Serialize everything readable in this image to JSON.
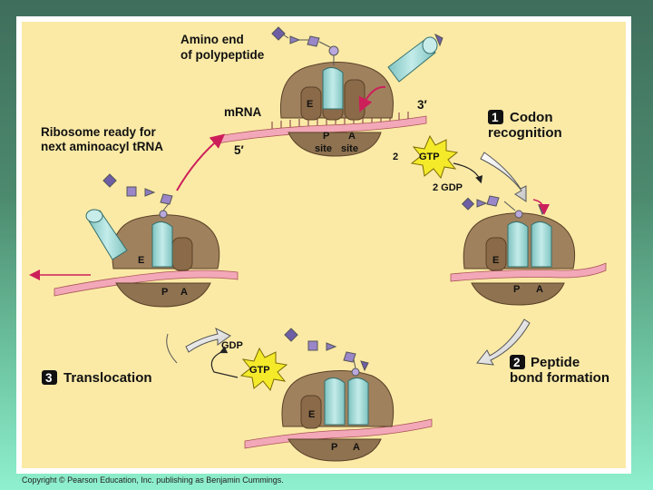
{
  "diagram": {
    "top": {
      "amino_end_line1": "Amino end",
      "amino_end_line2": "of polypeptide",
      "mrna": "mRNA",
      "three_prime": "3′",
      "five_prime": "5′",
      "e_site": "E",
      "p_site": "P",
      "a_site": "A",
      "site1": "site",
      "site2": "site"
    },
    "ready_line1": "Ribosome ready for",
    "ready_line2": "next aminoacyl tRNA",
    "step1": {
      "num": "1",
      "line1": "Codon",
      "line2": "recognition"
    },
    "gtp_count": "2",
    "gtp_label": "GTP",
    "gdp_label": "2 GDP",
    "right": {
      "e": "E",
      "p": "P",
      "a": "A"
    },
    "left": {
      "e": "E",
      "p": "P",
      "a": "A"
    },
    "step2": {
      "num": "2",
      "line1": "Peptide",
      "line2": "bond formation"
    },
    "step3": {
      "num": "3",
      "line1": "Translocation"
    },
    "bottom": {
      "gdp": "GDP",
      "gtp": "GTP",
      "e": "E",
      "p": "P",
      "a": "A"
    }
  },
  "colors": {
    "ribosome": "#a0815e",
    "trna": "#a7dcd8",
    "mrna": "#f2a8b8",
    "arrow_magenta": "#cc1f5a",
    "gtp_fill": "#f4ea2a"
  },
  "copyright": "Copyright © Pearson Education, Inc. publishing as Benjamin Cummings."
}
